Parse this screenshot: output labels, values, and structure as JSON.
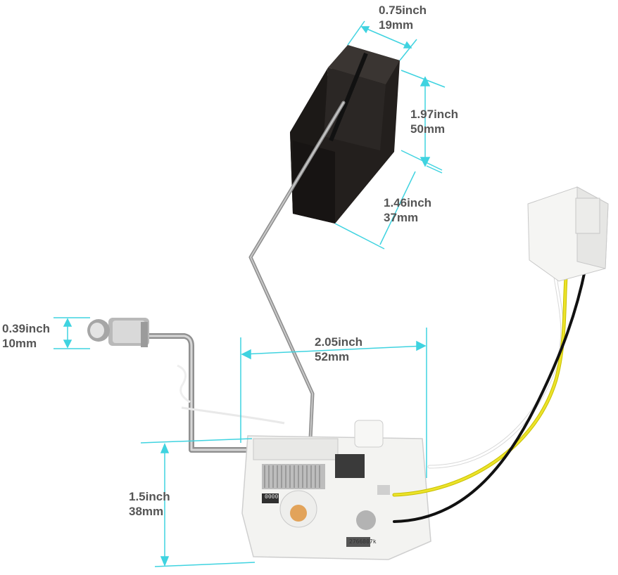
{
  "colors": {
    "dimension_line": "#3fd3e0",
    "label_text": "#555555",
    "float_body": "#2a2624",
    "wire_white": "#f2f2f2",
    "wire_yellow": "#e7df20",
    "wire_black": "#1a1a1a",
    "metal_rod": "#8a8a8a",
    "plastic": "#f4f4f2"
  },
  "dimensions": {
    "float_width": {
      "inch": "0.75inch",
      "mm": "19mm"
    },
    "float_height": {
      "inch": "1.97inch",
      "mm": "50mm"
    },
    "float_depth": {
      "inch": "1.46inch",
      "mm": "37mm"
    },
    "pin_diameter": {
      "inch": "0.39inch",
      "mm": "10mm"
    },
    "sender_width": {
      "inch": "2.05inch",
      "mm": "52mm"
    },
    "sender_height": {
      "inch": "1.5inch",
      "mm": "38mm"
    }
  },
  "part_marking": "2766807k",
  "board_marking": "0000"
}
